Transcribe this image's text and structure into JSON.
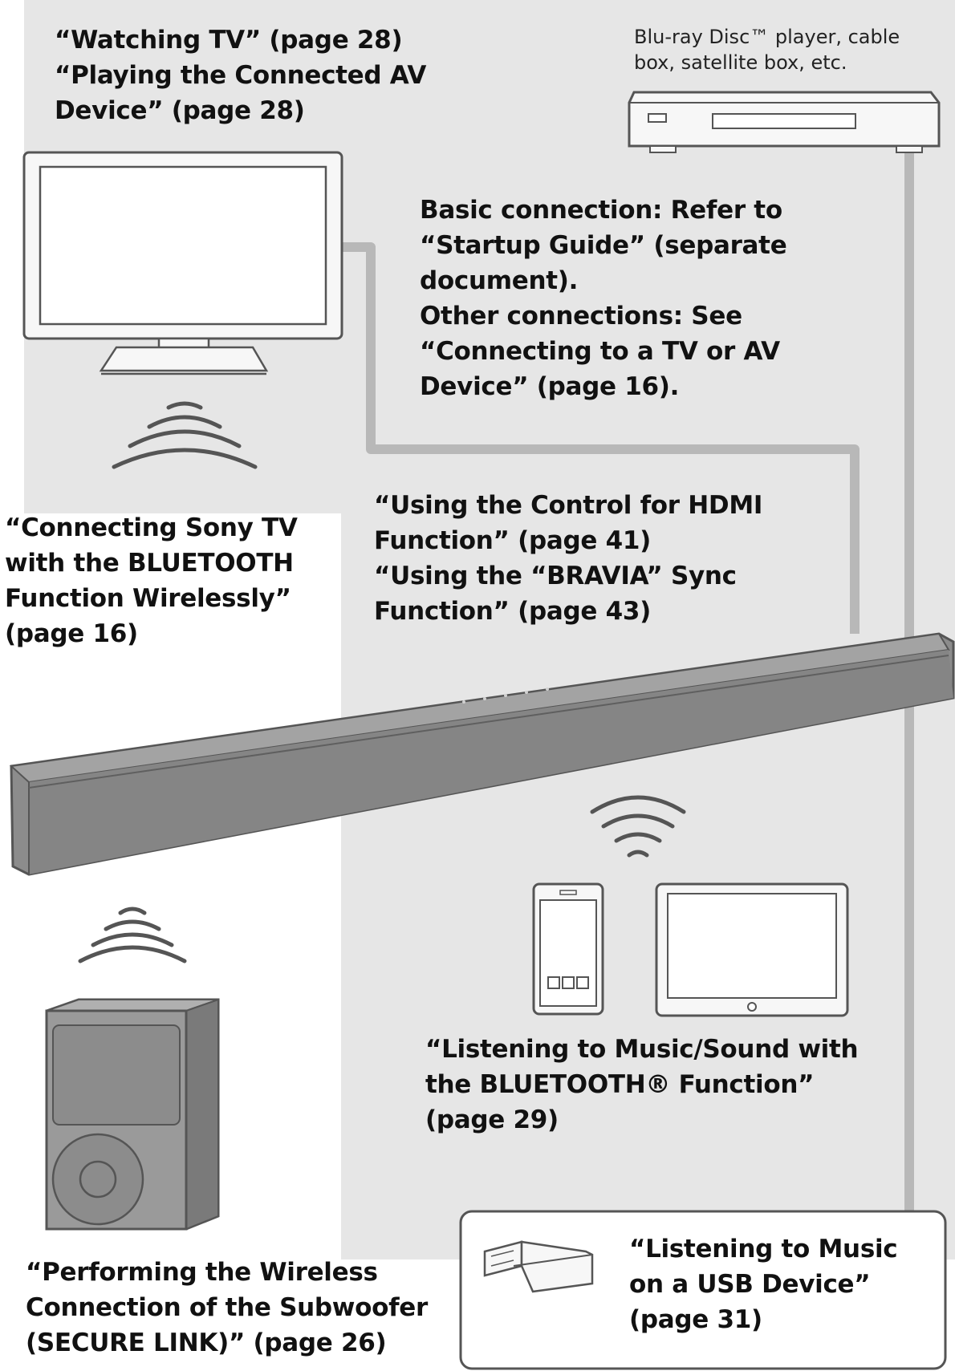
{
  "labels": {
    "tv": [
      "“Watching TV” (page 28)",
      "“Playing the Connected AV",
      "Device” (page 28)"
    ],
    "av_device": [
      "Blu-ray Disc™ player, cable",
      "box, satellite box, etc."
    ],
    "connection": [
      "Basic connection: Refer to",
      "“Startup Guide” (separate",
      "document).",
      "Other connections: See",
      "“Connecting to a TV or AV",
      "Device” (page 16)."
    ],
    "hdmi": [
      "“Using the Control for HDMI",
      "Function” (page 41)",
      "“Using the “BRAVIA” Sync",
      "Function” (page 43)"
    ],
    "bluetooth_tv": [
      "“Connecting Sony TV",
      "with the BLUETOOTH",
      "Function Wirelessly”",
      "(page 16)"
    ],
    "bluetooth_music": [
      "“Listening to Music/Sound with",
      "the BLUETOOTH® Function”",
      "(page 29)"
    ],
    "subwoofer": [
      "“Performing the Wireless",
      "Connection of the Subwoofer",
      "(SECURE LINK)” (page 26)"
    ],
    "usb": [
      "“Listening to Music",
      "on a USB Device”",
      "(page 31)"
    ]
  },
  "colors": {
    "background_panel": "#e6e6e6",
    "device_fill": "#f7f7f7",
    "line": "#555555",
    "cable": "#b8b8b8",
    "soundbar": "#8c8c8c",
    "subwoofer": "#9a9a9a",
    "text": "#111111"
  },
  "icons": [
    "tv-icon",
    "player-icon",
    "soundbar-icon",
    "subwoofer-icon",
    "smartphone-icon",
    "tablet-icon",
    "usb-drive-icon",
    "wireless-waves-icon",
    "cable-line"
  ]
}
